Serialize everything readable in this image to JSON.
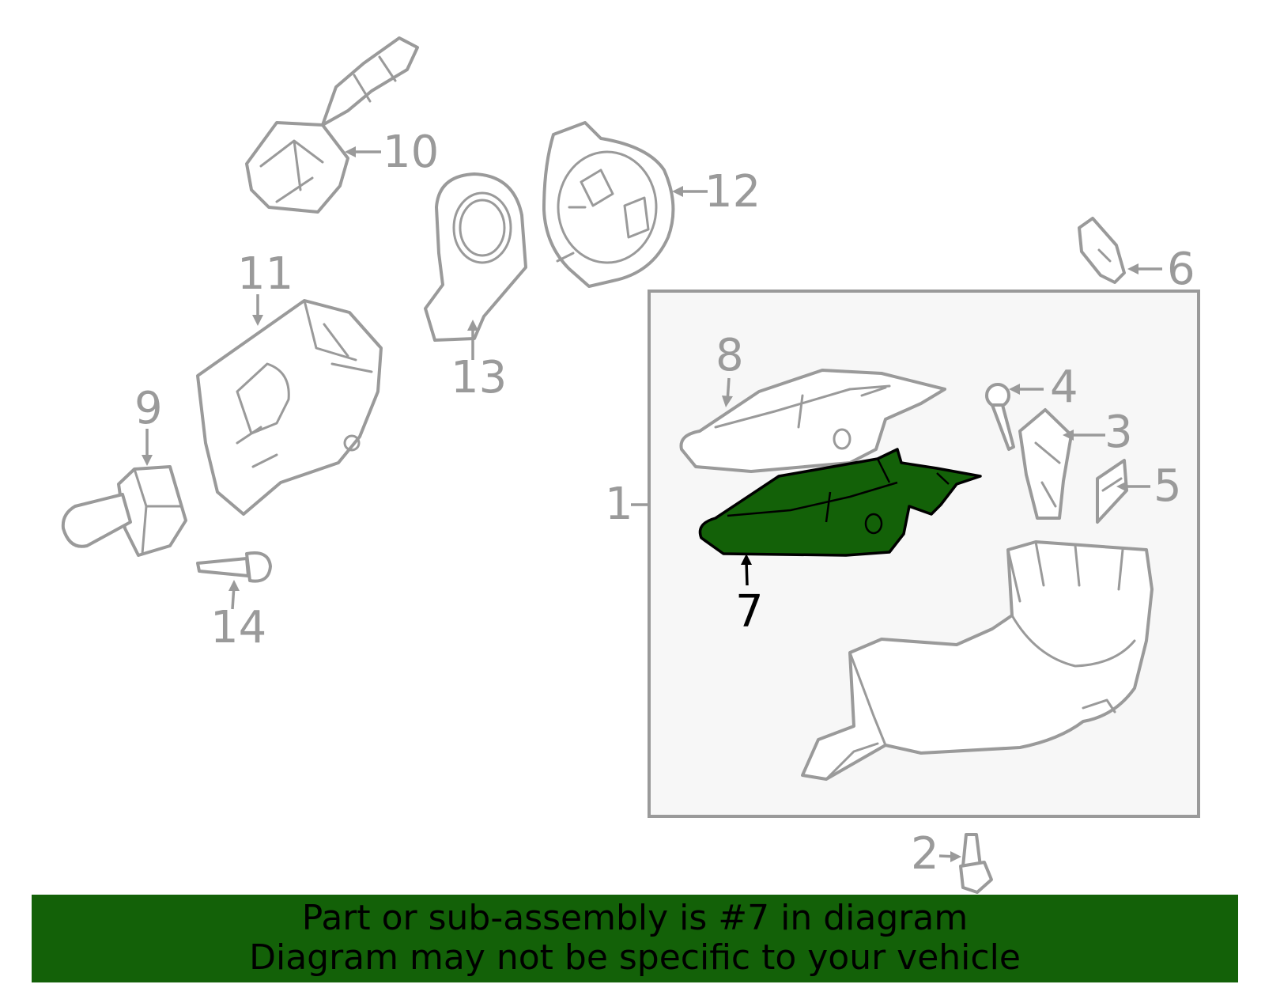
{
  "callouts": {
    "c1": "1",
    "c2": "2",
    "c3": "3",
    "c4": "4",
    "c5": "5",
    "c6": "6",
    "c7": "7",
    "c8": "8",
    "c9": "9",
    "c10": "10",
    "c11": "11",
    "c12": "12",
    "c13": "13",
    "c14": "14"
  },
  "highlighted_part": "7",
  "colors": {
    "highlight_fill": "#136108",
    "line": "#9a9a9a",
    "assembly_box_fill": "#f7f7f7",
    "banner_bg": "#136108"
  },
  "banner": {
    "line1": "Part or sub-assembly is #7 in diagram",
    "line2": "Diagram may not be specific to your vehicle"
  }
}
